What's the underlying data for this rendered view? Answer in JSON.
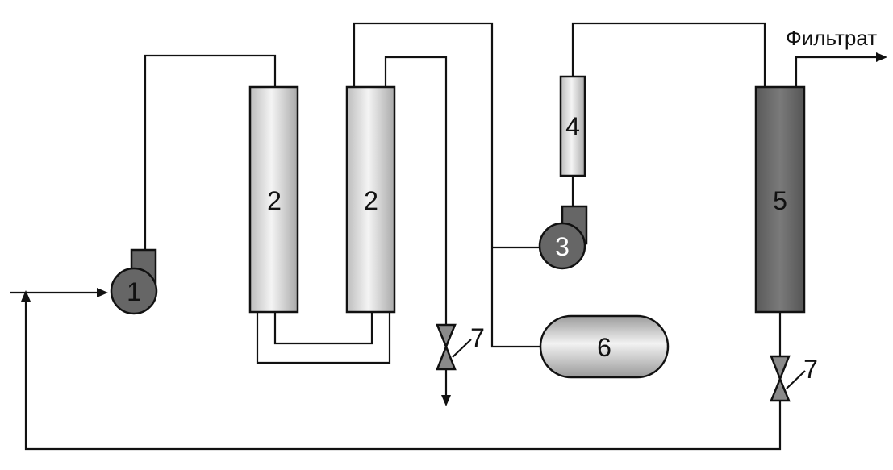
{
  "labels": {
    "pump_1": "1",
    "column_2a": "2",
    "column_2b": "2",
    "pump_3": "3",
    "column_4": "4",
    "filter_5": "5",
    "tank_6": "6",
    "valve_7a": "7",
    "valve_7b": "7",
    "outlet": "Фильтрат"
  },
  "colors": {
    "stroke": "#111111",
    "pump_fill": "#666666",
    "dark_column_fill": "#6b6b6b",
    "light_column_fill": "#e8e8e8",
    "valve_fill": "#8a8a8a"
  }
}
